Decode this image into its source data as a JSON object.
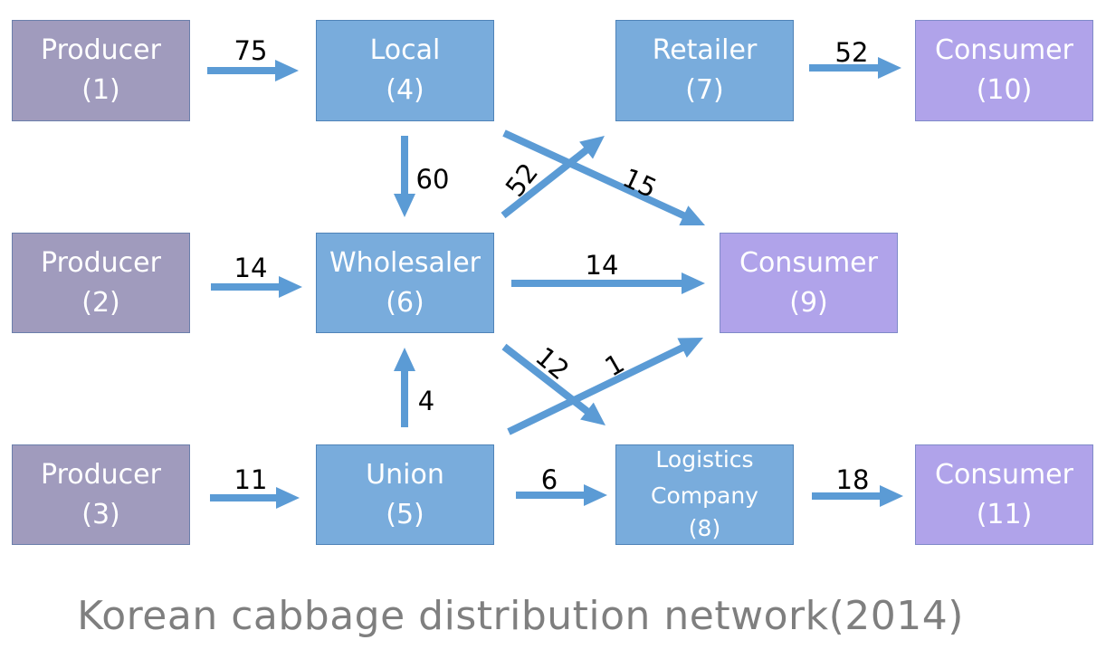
{
  "title": "Korean cabbage distribution network(2014)",
  "colors": {
    "producer": "#a09bbd",
    "intermediary": "#79acdc",
    "consumer": "#b0a3ea",
    "arrow": "#5b9bd5",
    "title_text": "#7f7f7f"
  },
  "nodes": [
    {
      "id": "1",
      "label": "Producer",
      "role": "producer"
    },
    {
      "id": "2",
      "label": "Producer",
      "role": "producer"
    },
    {
      "id": "3",
      "label": "Producer",
      "role": "producer"
    },
    {
      "id": "4",
      "label": "Local",
      "role": "intermediary"
    },
    {
      "id": "5",
      "label": "Union",
      "role": "intermediary"
    },
    {
      "id": "6",
      "label": "Wholesaler",
      "role": "intermediary"
    },
    {
      "id": "7",
      "label": "Retailer",
      "role": "intermediary"
    },
    {
      "id": "8",
      "label": "Logistics Company",
      "role": "intermediary"
    },
    {
      "id": "9",
      "label": "Consumer",
      "role": "consumer"
    },
    {
      "id": "10",
      "label": "Consumer",
      "role": "consumer"
    },
    {
      "id": "11",
      "label": "Consumer",
      "role": "consumer"
    }
  ],
  "edges": [
    {
      "from": "1",
      "to": "4",
      "value": "75"
    },
    {
      "from": "2",
      "to": "6",
      "value": "14"
    },
    {
      "from": "3",
      "to": "5",
      "value": "11"
    },
    {
      "from": "4",
      "to": "6",
      "value": "60"
    },
    {
      "from": "6",
      "to": "7",
      "value": "52"
    },
    {
      "from": "4",
      "to": "9",
      "value": "15"
    },
    {
      "from": "6",
      "to": "9",
      "value": "14"
    },
    {
      "from": "6",
      "to": "8",
      "value": "12"
    },
    {
      "from": "5",
      "to": "9",
      "value": "1"
    },
    {
      "from": "5",
      "to": "6",
      "value": "4"
    },
    {
      "from": "5",
      "to": "8",
      "value": "6"
    },
    {
      "from": "7",
      "to": "10",
      "value": "52"
    },
    {
      "from": "8",
      "to": "11",
      "value": "18"
    }
  ]
}
